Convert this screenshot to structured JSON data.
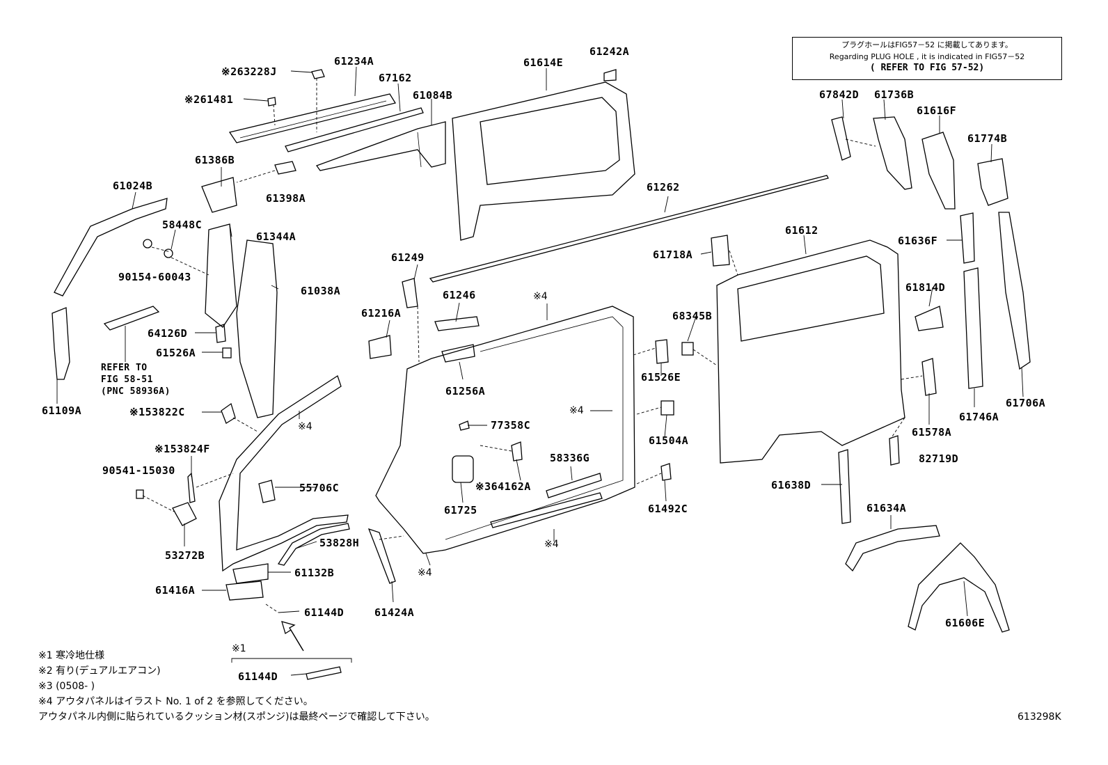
{
  "reference_box": {
    "line_jp": "プラグホールはFIG57－52 に掲載してあります。",
    "line_en": "Regarding  PLUG HOLE , it is indicated in FIG57－52",
    "line_refer": "( REFER TO FIG 57-52)"
  },
  "labels": {
    "l63228J": "※263228J",
    "l61234A": "61234A",
    "l67162": "67162",
    "l61481": "※261481",
    "l61084B": "61084B",
    "l61614E": "61614E",
    "l61242A": "61242A",
    "l67842D": "67842D",
    "l61736B": "61736B",
    "l61616F": "61616F",
    "l61774B": "61774B",
    "l61386B": "61386B",
    "l61398A": "61398A",
    "l61024B": "61024B",
    "l61262": "61262",
    "l58448C": "58448C",
    "l61344A": "61344A",
    "l90154": "90154-60043",
    "l61038A": "61038A",
    "l61249": "61249",
    "l61612": "61612",
    "l61718A": "61718A",
    "l61636F": "61636F",
    "l61246": "61246",
    "l61216A": "61216A",
    "l64126D": "64126D",
    "l61526A": "61526A",
    "l68345B": "68345B",
    "l61814D": "61814D",
    "l61256A": "61256A",
    "l61526E": "61526E",
    "l61109A": "61109A",
    "l53822C": "※153822C",
    "l77358C": "77358C",
    "l61504A": "61504A",
    "l61578A": "61578A",
    "l61746A": "61746A",
    "l61706A": "61706A",
    "l53824F": "※153824F",
    "l58336G": "58336G",
    "l82719D": "82719D",
    "l90541": "90541-15030",
    "l55706C": "55706C",
    "l64162A": "※364162A",
    "l61638D": "61638D",
    "l61725": "61725",
    "l61492C": "61492C",
    "l61634A": "61634A",
    "l53272B": "53272B",
    "l53828H": "53828H",
    "l61132B": "61132B",
    "l61416A": "61416A",
    "l61144D": "61144D",
    "l61424A": "61424A",
    "l61606E": "61606E",
    "l61144D_2": "61144D",
    "note4_a": "※4",
    "note4_b": "※4",
    "note4_c": "※4",
    "note4_d": "※4",
    "note4_e": "※4",
    "note1_bracket": "※1"
  },
  "refer_note": {
    "line1": "REFER TO",
    "line2": "FIG 58-51",
    "line3": "(PNC 58936A)"
  },
  "footnotes": {
    "n1": "※1 寒冷地仕様",
    "n2": "※2 有り(デュアルエアコン)",
    "n3": "※3 (0508-        )",
    "n4": "※4 アウタパネルはイラスト No. 1 of 2 を参照してください。",
    "n5": "アウタパネル内側に貼られているクッション材(スポンジ)は最終ページで確認して下さい。"
  },
  "figure_id": "613298K"
}
